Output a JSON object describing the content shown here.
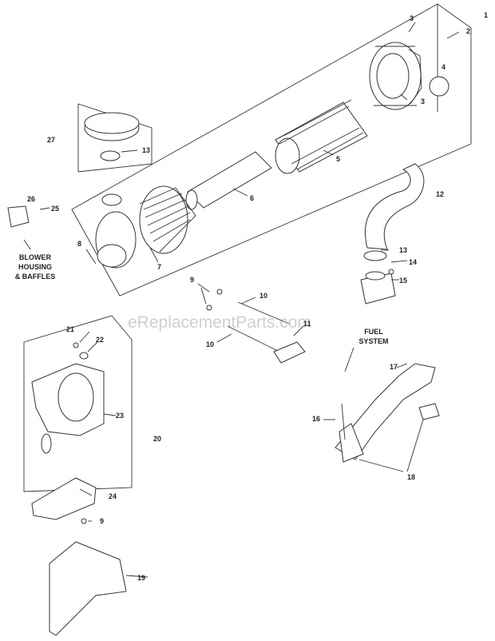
{
  "watermark": "eReplacementParts.com",
  "labels": {
    "p1": "1",
    "p2": "2",
    "p3a": "3",
    "p3b": "3",
    "p4": "4",
    "p5": "5",
    "p6": "6",
    "p7": "7",
    "p8": "8",
    "p9a": "9",
    "p9b": "9",
    "p10a": "10",
    "p10b": "10",
    "p11": "11",
    "p12": "12",
    "p13a": "13",
    "p13b": "13",
    "p14": "14",
    "p15": "15",
    "p16": "16",
    "p17": "17",
    "p18": "18",
    "p19": "19",
    "p20": "20",
    "p21": "21",
    "p22": "22",
    "p23": "23",
    "p24": "24",
    "p25": "25",
    "p26": "26",
    "p27": "27"
  },
  "callouts": {
    "blower_l1": "BLOWER",
    "blower_l2": "HOUSING",
    "blower_l3": "& BAFFLES",
    "fuel_l1": "FUEL",
    "fuel_l2": "SYSTEM"
  }
}
